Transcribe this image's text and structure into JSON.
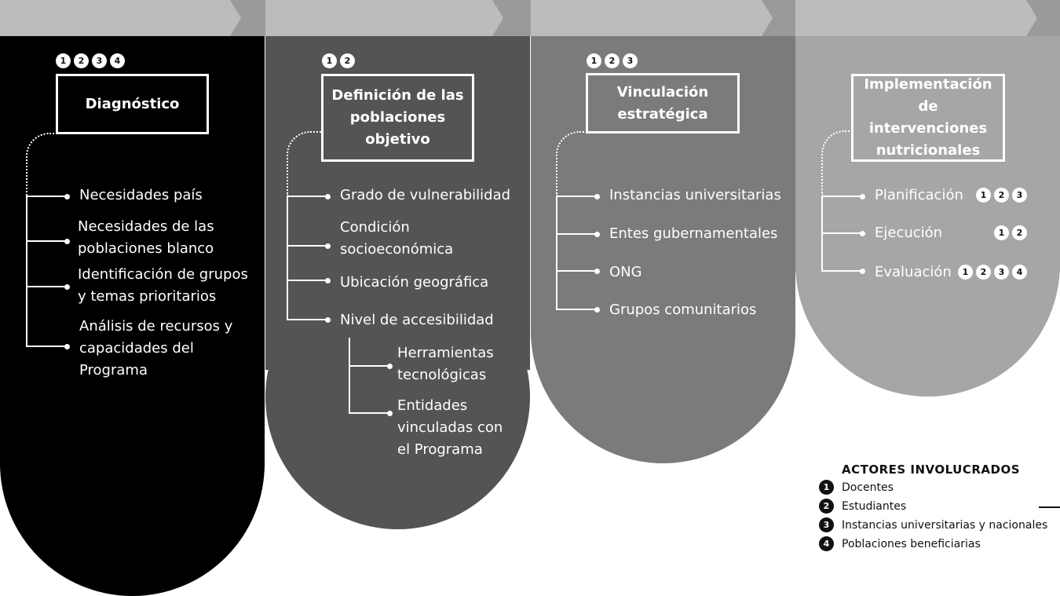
{
  "stages": [
    {
      "title": "Diagnóstico",
      "actors": [
        "1",
        "2",
        "3",
        "4"
      ],
      "items": [
        "Necesidades país",
        "Necesidades de las poblaciones blanco",
        "Identificación de grupos y temas prioritarios",
        "Análisis de recursos y capacidades del Programa"
      ],
      "color": "#000000"
    },
    {
      "title": "Definición de las poblaciones objetivo",
      "actors": [
        "1",
        "2"
      ],
      "items": [
        "Grado de vulnerabilidad",
        "Condición socioeconómica",
        "Ubicación geográfica",
        "Nivel de accesibilidad"
      ],
      "subitems": [
        "Herramientas tecnológicas",
        "Entidades vinculadas con el Programa"
      ],
      "color": "#545454"
    },
    {
      "title": "Vinculación estratégica",
      "actors": [
        "1",
        "2",
        "3"
      ],
      "items": [
        "Instancias universitarias",
        "Entes gubernamentales",
        "ONG",
        "Grupos comunitarios"
      ],
      "color": "#7b7b7b"
    },
    {
      "title": "Implementación de intervenciones nutricionales",
      "items": [
        {
          "label": "Planificación",
          "actors": [
            "1",
            "2",
            "3"
          ]
        },
        {
          "label": "Ejecución",
          "actors": [
            "1",
            "2"
          ]
        },
        {
          "label": "Evaluación",
          "actors": [
            "1",
            "2",
            "3",
            "4"
          ]
        }
      ],
      "color": "#a6a6a6"
    }
  ],
  "legend": {
    "title": "ACTORES INVOLUCRADOS",
    "entries": [
      {
        "num": "1",
        "label": "Docentes"
      },
      {
        "num": "2",
        "label": "Estudiantes"
      },
      {
        "num": "3",
        "label": "Instancias universitarias y nacionales"
      },
      {
        "num": "4",
        "label": "Poblaciones beneficiarias"
      }
    ]
  }
}
